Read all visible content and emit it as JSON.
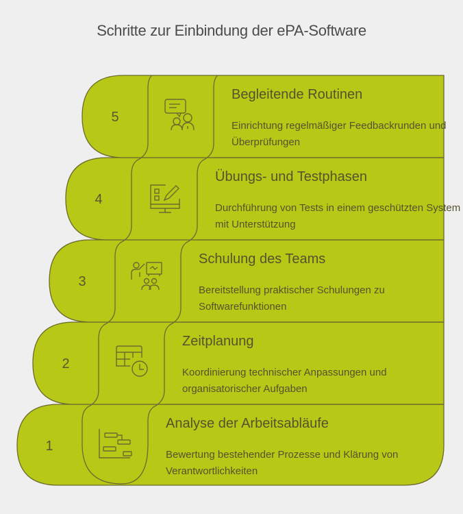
{
  "title": "Schritte zur Einbindung der ePA-Software",
  "colors": {
    "fill": "#b7c817",
    "stroke": "#6b6a2e",
    "text": "#55532e",
    "background": "#efefef"
  },
  "steps": [
    {
      "number": "5",
      "icon": "feedback-chat-people-icon",
      "title": "Begleitende Routinen",
      "description": "Einrichtung regelmäßiger Feedbackrunden und Überprüfungen"
    },
    {
      "number": "4",
      "icon": "monitor-checklist-pencil-icon",
      "title": "Übungs- und Testphasen",
      "description": "Durchführung von Tests in einem geschützten System mit Unterstützung"
    },
    {
      "number": "3",
      "icon": "presentation-training-icon",
      "title": "Schulung des Teams",
      "description": "Bereitstellung praktischer Schulungen zu Softwarefunktionen"
    },
    {
      "number": "2",
      "icon": "calendar-clock-icon",
      "title": "Zeitplanung",
      "description": "Koordinierung technischer Anpassungen und organisatorischer Aufgaben"
    },
    {
      "number": "1",
      "icon": "gantt-chart-icon",
      "title": "Analyse der Arbeitsabläufe",
      "description": "Bewertung bestehender Prozesse und Klärung von Verantwortlichkeiten"
    }
  ]
}
